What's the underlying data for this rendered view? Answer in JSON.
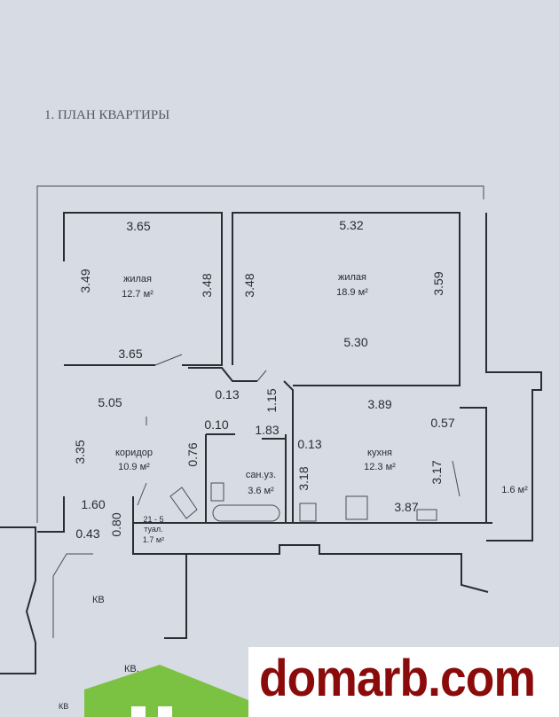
{
  "title": "1. ПЛАН КВАРТИРЫ",
  "rooms": {
    "living1": {
      "name": "жилая",
      "area": "12.7 м²"
    },
    "living2": {
      "name": "жилая",
      "area": "18.9 м²"
    },
    "corridor": {
      "name": "коридор",
      "area": "10.9 м²"
    },
    "bathroom": {
      "name": "сан.уз.",
      "area": "3.6 м²"
    },
    "kitchen": {
      "name": "кухня",
      "area": "12.3 м²"
    },
    "toilet": {
      "code": "21 - 5",
      "name": "туал.",
      "area": "1.7 м²"
    },
    "balcony": {
      "area": "1.6 м²"
    }
  },
  "dimensions": [
    "3.65",
    "3.49",
    "3.48",
    "3.48",
    "5.32",
    "3.59",
    "3.65",
    "5.30",
    "5.05",
    "0.13",
    "1.15",
    "3.89",
    "0.10",
    "1.83",
    "0.13",
    "0.57",
    "3.35",
    "0.76",
    "3.18",
    "3.17",
    "1.60",
    "3.87",
    "0.80",
    "0.43"
  ],
  "neighbors": [
    "КВ",
    "КВ.",
    "КВ"
  ],
  "watermark": {
    "site": "domarb.com",
    "brand_color": "#8b0a0a",
    "logo_color": "#7cc242"
  }
}
